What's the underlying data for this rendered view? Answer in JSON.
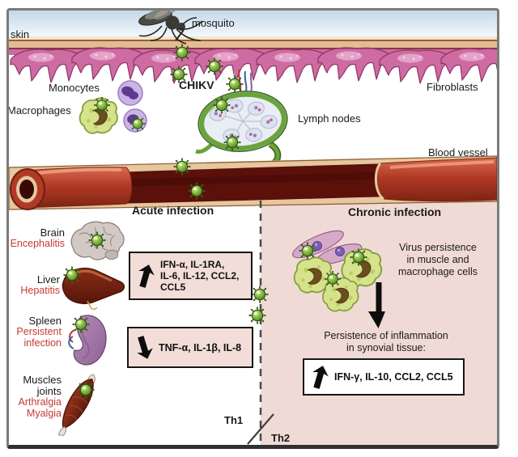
{
  "labels": {
    "skin": "skin",
    "mosquito": "mosquito",
    "monocytes": "Monocytes",
    "macrophages": "Macrophages",
    "chikv": "CHIKV",
    "lymph_nodes": "Lymph nodes",
    "fibroblasts": "Fibroblasts",
    "blood_vessel": "Blood vessel"
  },
  "acute": {
    "title": "Acute infection",
    "box_increase": "IFN-α, IL-1RA,\nIL-6, IL-12, CCL2,\nCCL5",
    "box_decrease": "TNF-α, IL-1β, IL-8"
  },
  "chronic": {
    "title": "Chronic infection",
    "persistence": "Virus persistence\nin muscle and\nmacrophage cells",
    "inflammation": "Persistence of inflammation\nin synovial tissue:",
    "box_increase": "IFN-γ, IL-10, CCL2, CCL5"
  },
  "organs": [
    {
      "name": "Brain",
      "condition": "Encephalitis"
    },
    {
      "name": "Liver",
      "condition": "Hepatitis"
    },
    {
      "name": "Spleen",
      "condition": "Persistent infection"
    },
    {
      "name": "Muscles joints",
      "condition": "Arthralgia Myalgia"
    }
  ],
  "th": {
    "th1": "Th1",
    "th2": "Th2"
  },
  "colors": {
    "virus_green": "#6da22e",
    "fibroblast_pink": "#cf6ba3",
    "vessel_red": "#b13a26",
    "chronic_background": "#f0dad5",
    "condition_red": "#c43b33"
  }
}
